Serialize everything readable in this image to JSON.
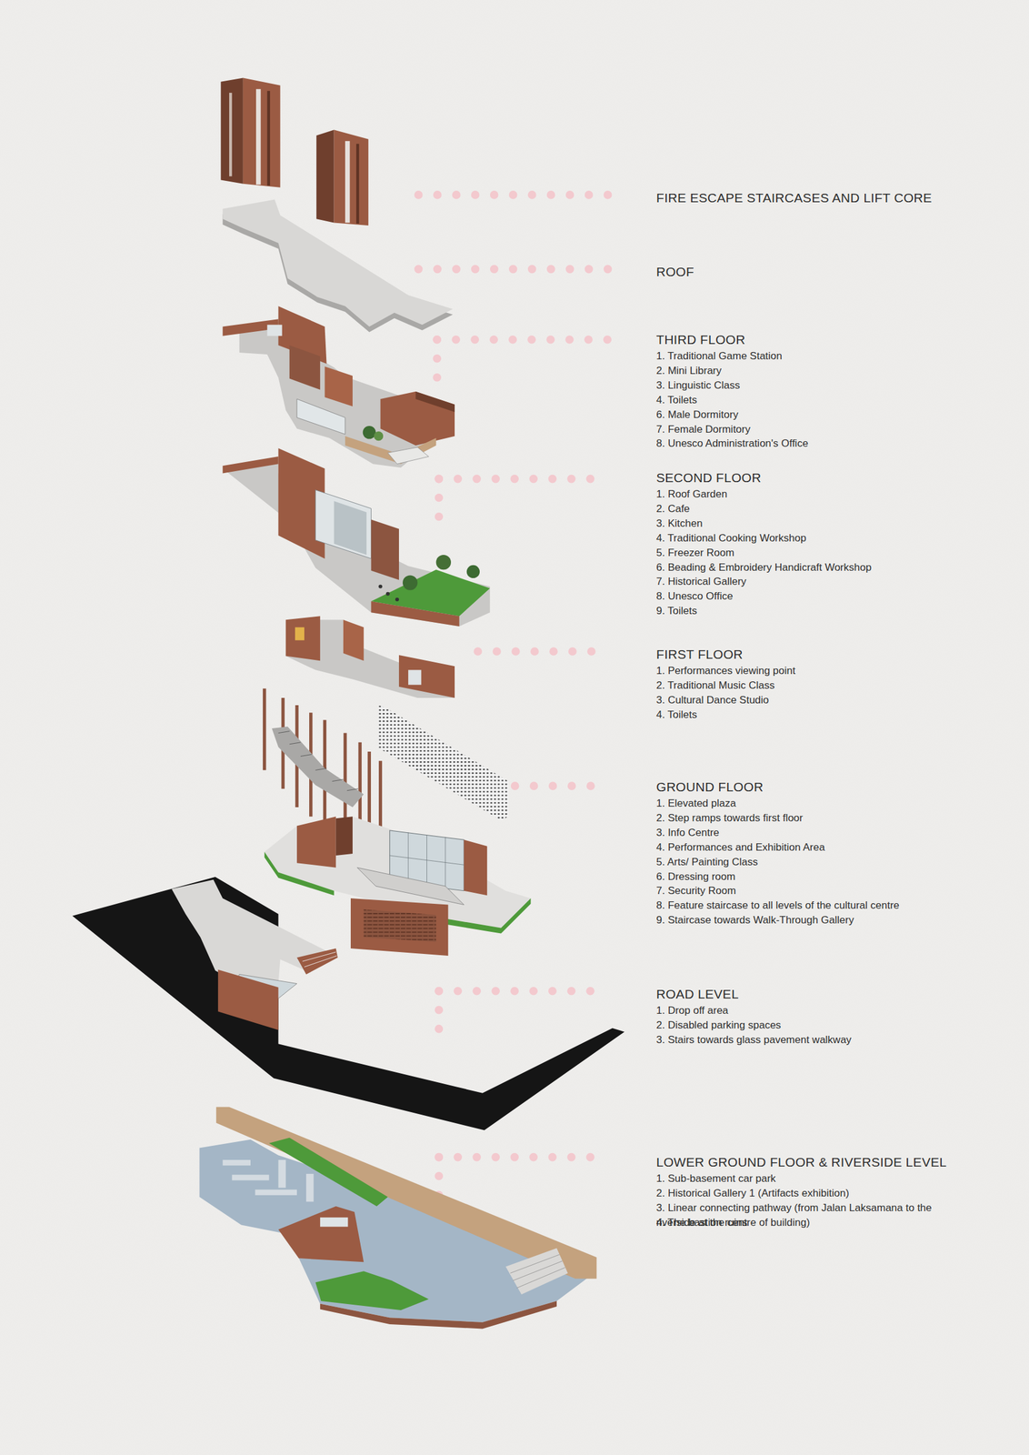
{
  "diagram": {
    "labels": [
      "FIRE ESCAPE STAIRCASES AND LIFT CORE",
      "ROOF",
      "THIRD FLOOR",
      "1. Traditional Game Station",
      "2. Mini Library",
      "3. Linguistic Class",
      "4. Toilets",
      "6. Male Dormitory",
      "7. Female Dormitory",
      "8. Unesco Administration's Office",
      "SECOND FLOOR",
      "1. Roof Garden",
      "2. Cafe",
      "3. Kitchen",
      "4. Traditional Cooking Workshop",
      "5. Freezer Room",
      "6. Beading & Embroidery Handicraft Workshop",
      "7. Historical Gallery",
      "8. Unesco Office",
      "9. Toilets",
      "FIRST FLOOR",
      "1. Performances viewing point",
      "2. Traditional Music Class",
      "3. Cultural Dance Studio",
      "4. Toilets",
      "GROUND FLOOR",
      "1. Elevated plaza",
      "2. Step ramps towards first floor",
      "3. Info Centre",
      "4. Performances and Exhibition Area",
      "5. Arts/ Painting Class",
      "6. Dressing room",
      "7. Security Room",
      "8. Feature staircase to all levels of the cultural centre",
      "9. Staircase towards Walk-Through Gallery",
      "ROAD LEVEL",
      "1. Drop off area",
      "2. Disabled parking spaces",
      "3. Stairs towards glass pavement walkway",
      "LOWER GROUND FLOOR & RIVERSIDE LEVEL",
      "1. Sub-basement car park",
      "2. Historical Gallery 1 (Artifacts exhibition)",
      "3. Linear connecting pathway (from Jalan Laksamana to the riverside at the centre of building)",
      "4. The bastion ruins"
    ]
  }
}
